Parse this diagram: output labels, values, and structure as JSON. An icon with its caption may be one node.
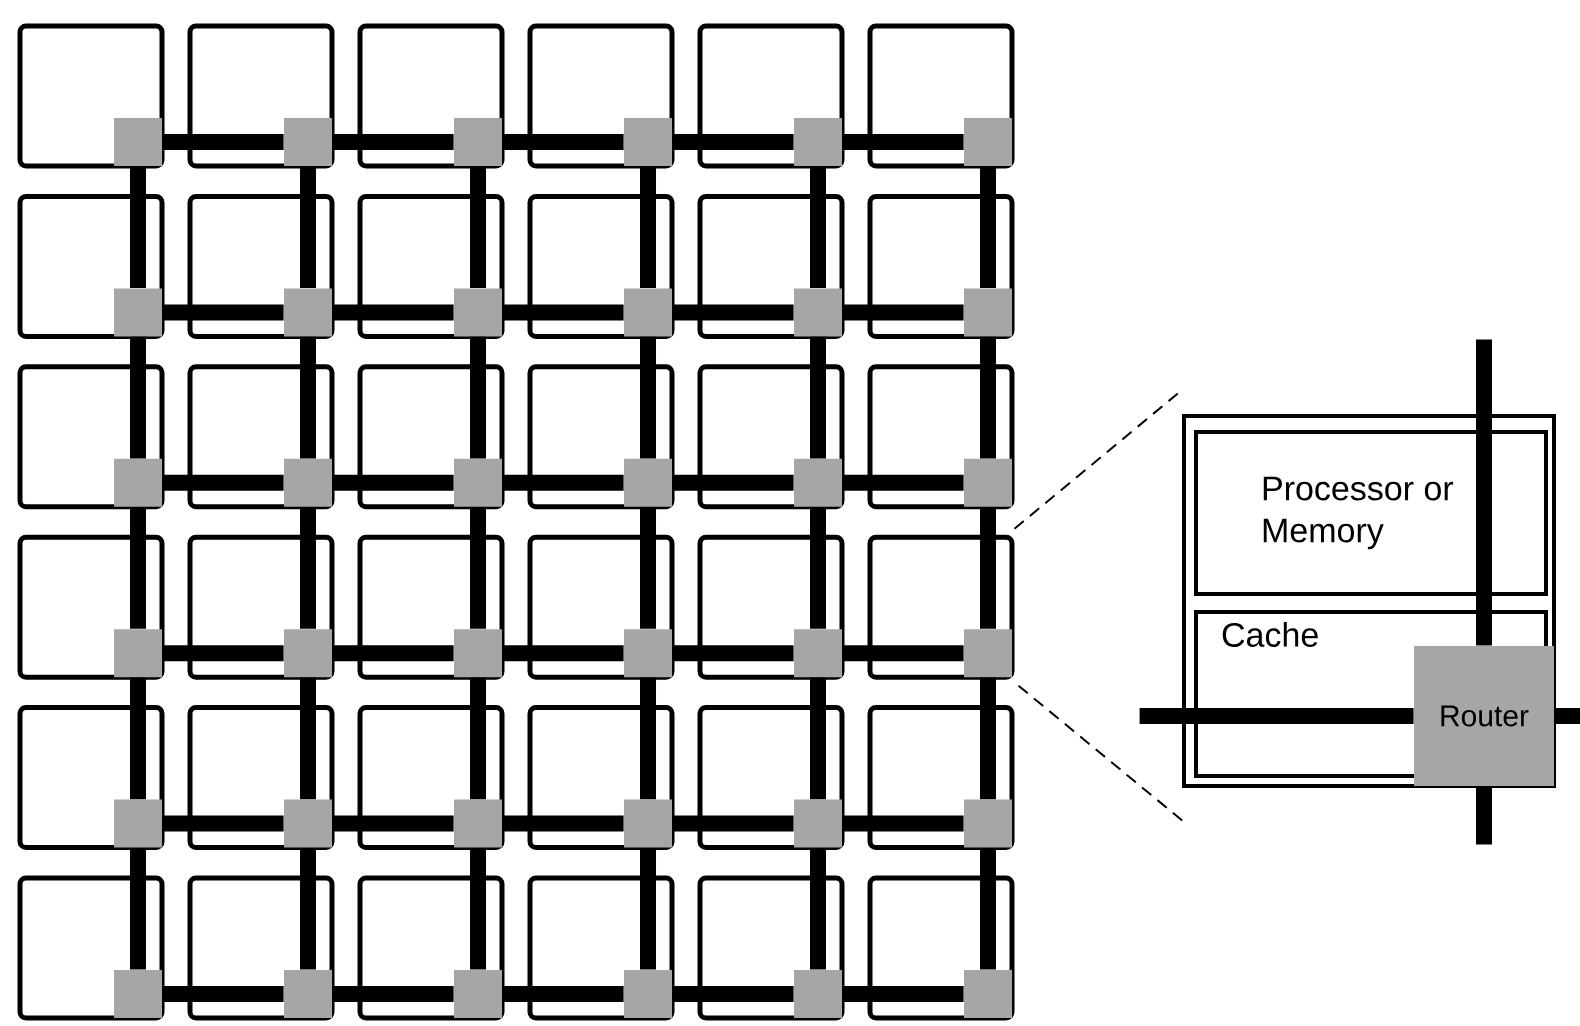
{
  "diagram": {
    "nodes": [
      {
        "text": [],
        "shape": "box"
      },
      {
        "text": [],
        "shape": "box",
        "in": 0
      },
      {
        "text": [],
        "shape": "box"
      },
      {
        "text": [],
        "shape": "box",
        "in": 2
      },
      {
        "text": [],
        "shape": "box"
      },
      {
        "text": [],
        "shape": "box",
        "in": 4
      },
      {
        "text": [],
        "shape": "box"
      },
      {
        "text": [],
        "shape": "box",
        "in": 6
      },
      {
        "text": [],
        "shape": "box"
      },
      {
        "text": [],
        "shape": "box",
        "in": 8
      },
      {
        "text": [],
        "shape": "box"
      },
      {
        "text": [],
        "shape": "box",
        "in": 10
      },
      {
        "text": [],
        "shape": "box"
      },
      {
        "text": [],
        "shape": "box",
        "in": 12
      },
      {
        "text": [],
        "shape": "box"
      },
      {
        "text": [],
        "shape": "box",
        "in": 14
      },
      {
        "text": [],
        "shape": "box"
      },
      {
        "text": [],
        "shape": "box",
        "in": 16
      },
      {
        "text": [],
        "shape": "box"
      },
      {
        "text": [],
        "shape": "box",
        "in": 18
      },
      {
        "text": [],
        "shape": "box"
      },
      {
        "text": [],
        "shape": "box",
        "in": 20
      },
      {
        "text": [],
        "shape": "box"
      },
      {
        "text": [],
        "shape": "box",
        "in": 22
      },
      {
        "text": [],
        "shape": "box"
      },
      {
        "text": [],
        "shape": "box",
        "in": 24
      },
      {
        "text": [],
        "shape": "box"
      },
      {
        "text": [],
        "shape": "box",
        "in": 26
      },
      {
        "text": [],
        "shape": "box"
      },
      {
        "text": [],
        "shape": "box",
        "in": 28
      },
      {
        "text": [],
        "shape": "box"
      },
      {
        "text": [],
        "shape": "box",
        "in": 30
      },
      {
        "text": [],
        "shape": "box"
      },
      {
        "text": [],
        "shape": "box",
        "in": 32
      },
      {
        "text": [],
        "shape": "box"
      },
      {
        "text": [],
        "shape": "box",
        "in": 34
      },
      {
        "text": [],
        "shape": "box"
      },
      {
        "text": [],
        "shape": "box",
        "in": 36
      },
      {
        "text": [],
        "shape": "box"
      },
      {
        "text": [],
        "shape": "box",
        "in": 38
      },
      {
        "text": [],
        "shape": "box"
      },
      {
        "text": [],
        "shape": "box",
        "in": 40
      },
      {
        "text": [],
        "shape": "box"
      },
      {
        "text": [],
        "shape": "box",
        "in": 42
      },
      {
        "text": [],
        "shape": "box"
      },
      {
        "text": [],
        "shape": "box",
        "in": 44
      },
      {
        "text": [],
        "shape": "box"
      },
      {
        "text": [],
        "shape": "box",
        "in": 46
      },
      {
        "text": [],
        "shape": "box"
      },
      {
        "text": [],
        "shape": "box",
        "in": 48
      },
      {
        "text": [],
        "shape": "box"
      },
      {
        "text": [],
        "shape": "box",
        "in": 50
      },
      {
        "text": [],
        "shape": "box"
      },
      {
        "text": [],
        "shape": "box",
        "in": 52
      },
      {
        "text": [],
        "shape": "box"
      },
      {
        "text": [],
        "shape": "box",
        "in": 54
      },
      {
        "text": [],
        "shape": "box"
      },
      {
        "text": [],
        "shape": "box",
        "in": 56
      },
      {
        "text": [],
        "shape": "box"
      },
      {
        "text": [],
        "shape": "box",
        "in": 58
      },
      {
        "text": [],
        "shape": "box"
      },
      {
        "text": [],
        "shape": "box",
        "in": 60
      },
      {
        "text": [],
        "shape": "box"
      },
      {
        "text": [],
        "shape": "box",
        "in": 62
      },
      {
        "text": [],
        "shape": "box"
      },
      {
        "text": [],
        "shape": "box",
        "in": 64
      },
      {
        "text": [],
        "shape": "box"
      },
      {
        "text": [],
        "shape": "box",
        "in": 66
      },
      {
        "text": [],
        "shape": "box"
      },
      {
        "text": [],
        "shape": "box",
        "in": 68
      },
      {
        "text": [],
        "shape": "box"
      },
      {
        "text": [],
        "shape": "box",
        "in": 70
      },
      {
        "text": [],
        "shape": "box"
      },
      {
        "text": [
          "Processor or Memory"
        ],
        "in": 72
      },
      {
        "text": [
          "Cache"
        ],
        "in": 72
      },
      {
        "text": [
          "Router"
        ],
        "in": 72
      }
    ],
    "edges": [
      {
        "from": 1,
        "to": 3,
        "arrow": "none"
      },
      {
        "from": 3,
        "to": 5,
        "arrow": "none"
      },
      {
        "from": 5,
        "to": 7,
        "arrow": "none"
      },
      {
        "from": 7,
        "to": 9,
        "arrow": "none"
      },
      {
        "from": 9,
        "to": 11,
        "arrow": "none"
      },
      {
        "from": 13,
        "to": 15,
        "arrow": "none"
      },
      {
        "from": 15,
        "to": 17,
        "arrow": "none"
      },
      {
        "from": 17,
        "to": 19,
        "arrow": "none"
      },
      {
        "from": 19,
        "to": 21,
        "arrow": "none"
      },
      {
        "from": 21,
        "to": 23,
        "arrow": "none"
      },
      {
        "from": 25,
        "to": 27,
        "arrow": "none"
      },
      {
        "from": 27,
        "to": 29,
        "arrow": "none"
      },
      {
        "from": 29,
        "to": 31,
        "arrow": "none"
      },
      {
        "from": 31,
        "to": 33,
        "arrow": "none"
      },
      {
        "from": 33,
        "to": 35,
        "arrow": "none"
      },
      {
        "from": 37,
        "to": 39,
        "arrow": "none"
      },
      {
        "from": 39,
        "to": 41,
        "arrow": "none"
      },
      {
        "from": 41,
        "to": 43,
        "arrow": "none"
      },
      {
        "from": 43,
        "to": 45,
        "arrow": "none"
      },
      {
        "from": 45,
        "to": 47,
        "arrow": "none"
      },
      {
        "from": 49,
        "to": 51,
        "arrow": "none"
      },
      {
        "from": 51,
        "to": 53,
        "arrow": "none"
      },
      {
        "from": 53,
        "to": 55,
        "arrow": "none"
      },
      {
        "from": 55,
        "to": 57,
        "arrow": "none"
      },
      {
        "from": 57,
        "to": 59,
        "arrow": "none"
      },
      {
        "from": 61,
        "to": 63,
        "arrow": "none"
      },
      {
        "from": 63,
        "to": 65,
        "arrow": "none"
      },
      {
        "from": 65,
        "to": 67,
        "arrow": "none"
      },
      {
        "from": 67,
        "to": 69,
        "arrow": "none"
      },
      {
        "from": 69,
        "to": 71,
        "arrow": "none"
      },
      {
        "from": 1,
        "to": 13,
        "arrow": "none"
      },
      {
        "from": 3,
        "to": 15,
        "arrow": "none"
      },
      {
        "from": 5,
        "to": 17,
        "arrow": "none"
      },
      {
        "from": 7,
        "to": 19,
        "arrow": "none"
      },
      {
        "from": 9,
        "to": 21,
        "arrow": "none"
      },
      {
        "from": 11,
        "to": 23,
        "arrow": "none"
      },
      {
        "from": 13,
        "to": 25,
        "arrow": "none"
      },
      {
        "from": 15,
        "to": 27,
        "arrow": "none"
      },
      {
        "from": 17,
        "to": 29,
        "arrow": "none"
      },
      {
        "from": 19,
        "to": 31,
        "arrow": "none"
      },
      {
        "from": 21,
        "to": 33,
        "arrow": "none"
      },
      {
        "from": 23,
        "to": 35,
        "arrow": "none"
      },
      {
        "from": 25,
        "to": 37,
        "arrow": "none"
      },
      {
        "from": 27,
        "to": 39,
        "arrow": "none"
      },
      {
        "from": 29,
        "to": 41,
        "arrow": "none"
      },
      {
        "from": 31,
        "to": 43,
        "arrow": "none"
      },
      {
        "from": 33,
        "to": 45,
        "arrow": "none"
      },
      {
        "from": 35,
        "to": 47,
        "arrow": "none"
      },
      {
        "from": 37,
        "to": 49,
        "arrow": "none"
      },
      {
        "from": 39,
        "to": 51,
        "arrow": "none"
      },
      {
        "from": 41,
        "to": 53,
        "arrow": "none"
      },
      {
        "from": 43,
        "to": 55,
        "arrow": "none"
      },
      {
        "from": 45,
        "to": 57,
        "arrow": "none"
      },
      {
        "from": 47,
        "to": 59,
        "arrow": "none"
      },
      {
        "from": 49,
        "to": 61,
        "arrow": "none"
      },
      {
        "from": 51,
        "to": 63,
        "arrow": "none"
      },
      {
        "from": 53,
        "to": 65,
        "arrow": "none"
      },
      {
        "from": 55,
        "to": 67,
        "arrow": "none"
      },
      {
        "from": 57,
        "to": 69,
        "arrow": "none"
      },
      {
        "from": 59,
        "to": 71,
        "arrow": "none"
      },
      {
        "from": 46,
        "to": 72,
        "arrow": "none",
        "style": "dashed"
      },
      {
        "from": 46,
        "to": 72,
        "arrow": "none",
        "style": "dashed"
      },
      {
        "from": 75,
        "to": null,
        "arrow": "none"
      },
      {
        "from": 75,
        "to": null,
        "arrow": "none"
      },
      {
        "from": 75,
        "to": null,
        "arrow": "none"
      },
      {
        "from": 75,
        "to": null,
        "arrow": "none"
      }
    ]
  }
}
